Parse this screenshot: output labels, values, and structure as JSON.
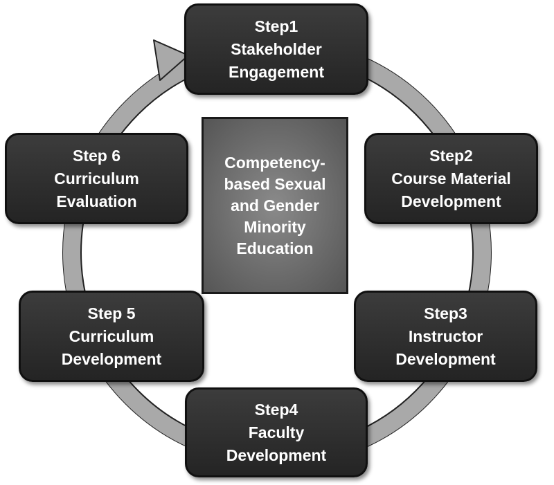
{
  "center": {
    "lines": [
      "Competency-",
      "based Sexual",
      "and Gender",
      "Minority",
      "Education"
    ]
  },
  "steps": [
    {
      "id": "step1",
      "lines": [
        "Step1",
        "Stakeholder",
        "Engagement"
      ]
    },
    {
      "id": "step2",
      "lines": [
        "Step2",
        "Course Material",
        "Development"
      ]
    },
    {
      "id": "step3",
      "lines": [
        "Step3",
        "Instructor",
        "Development"
      ]
    },
    {
      "id": "step4",
      "lines": [
        "Step4",
        "Faculty",
        "Development"
      ]
    },
    {
      "id": "step5",
      "lines": [
        "Step 5",
        "Curriculum",
        "Development"
      ]
    },
    {
      "id": "step6",
      "lines": [
        "Step 6",
        "Curriculum",
        "Evaluation"
      ]
    }
  ],
  "colors": {
    "box_fill": "#2e2e2e",
    "ring_fill": "#a9a9a9",
    "center_fill": "#777777"
  }
}
